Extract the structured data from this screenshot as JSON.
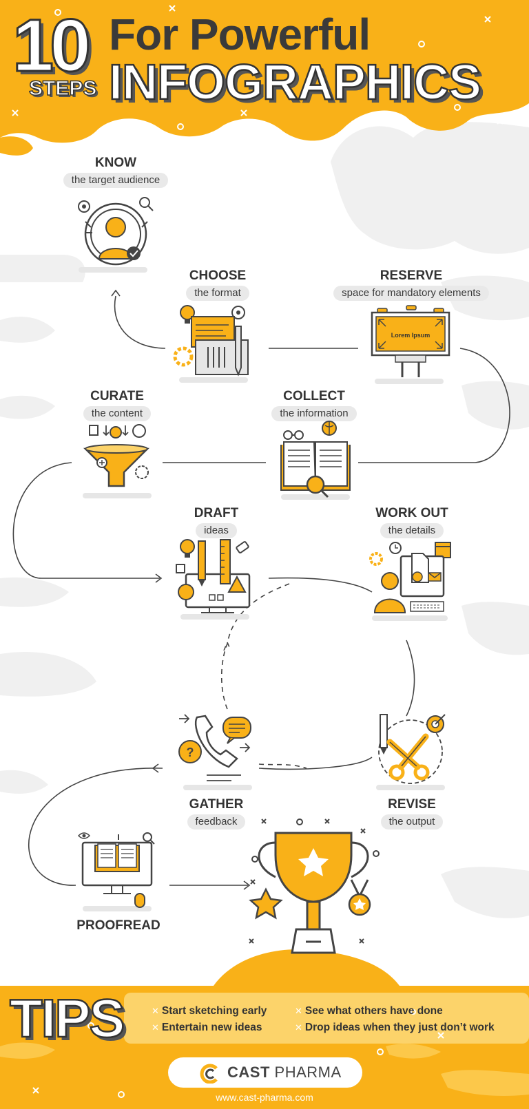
{
  "header": {
    "number": "10",
    "steps_word": "STEPS",
    "line1": "For Powerful",
    "line2": "INFOGRAPHICS"
  },
  "steps": [
    {
      "title": "KNOW",
      "subtitle": "the target audience"
    },
    {
      "title": "CHOOSE",
      "subtitle": "the format"
    },
    {
      "title": "RESERVE",
      "subtitle": "space for mandatory elements"
    },
    {
      "title": "CURATE",
      "subtitle": "the content"
    },
    {
      "title": "COLLECT",
      "subtitle": "the information"
    },
    {
      "title": "DRAFT",
      "subtitle": "ideas"
    },
    {
      "title": "WORK OUT",
      "subtitle": "the details"
    },
    {
      "title": "GATHER",
      "subtitle": "feedback"
    },
    {
      "title": "REVISE",
      "subtitle": "the output"
    },
    {
      "title": "PROOFREAD",
      "subtitle": ""
    }
  ],
  "billboard_text": "Lorem Ipsum",
  "tips": {
    "heading": "TIPS",
    "items": [
      "Start sketching early",
      "See what others have done",
      "Entertain new ideas",
      "Drop ideas when they just don’t work"
    ]
  },
  "footer": {
    "brand_bold": "CAST",
    "brand_light": "PHARMA",
    "url": "www.cast-pharma.com"
  },
  "colors": {
    "accent": "#F9B118",
    "dark": "#333333",
    "gray": "#ececec"
  }
}
